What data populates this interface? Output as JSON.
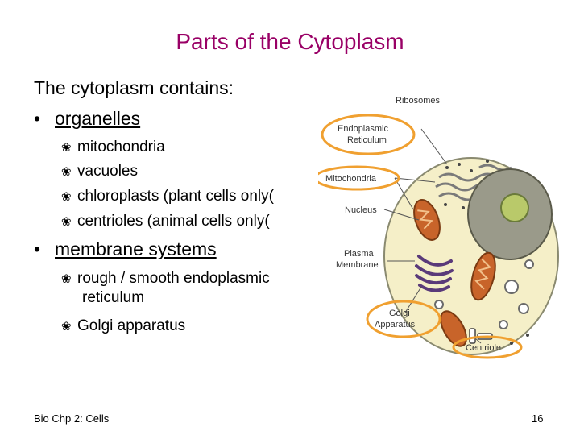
{
  "slide": {
    "title": "Parts of the Cytoplasm",
    "intro": "The cytoplasm contains:",
    "bullets": [
      {
        "text": "organelles",
        "items": [
          "mitochondria",
          "vacuoles",
          "chloroplasts (plant cells only(",
          "centrioles (animal cells only("
        ]
      },
      {
        "text": "membrane systems",
        "items": [
          "rough / smooth endoplasmic",
          "reticulum",
          "Golgi apparatus"
        ]
      }
    ],
    "footer_left": "Bio Chp 2: Cells",
    "page_number": "16"
  },
  "diagram": {
    "labels": {
      "ribosomes": "Ribosomes",
      "er_line1": "Endoplasmic",
      "er_line2": "Reticulum",
      "mitochondria": "Mitochondria",
      "nucleus": "Nucleus",
      "plasma_line1": "Plasma",
      "plasma_line2": "Membrane",
      "golgi_line1": "Golgi",
      "golgi_line2": "Apparatus",
      "centriole": "Centriole"
    },
    "highlight_color": "#f0a030",
    "cell_fill": "#f5efc8"
  },
  "colors": {
    "title": "#990066"
  }
}
